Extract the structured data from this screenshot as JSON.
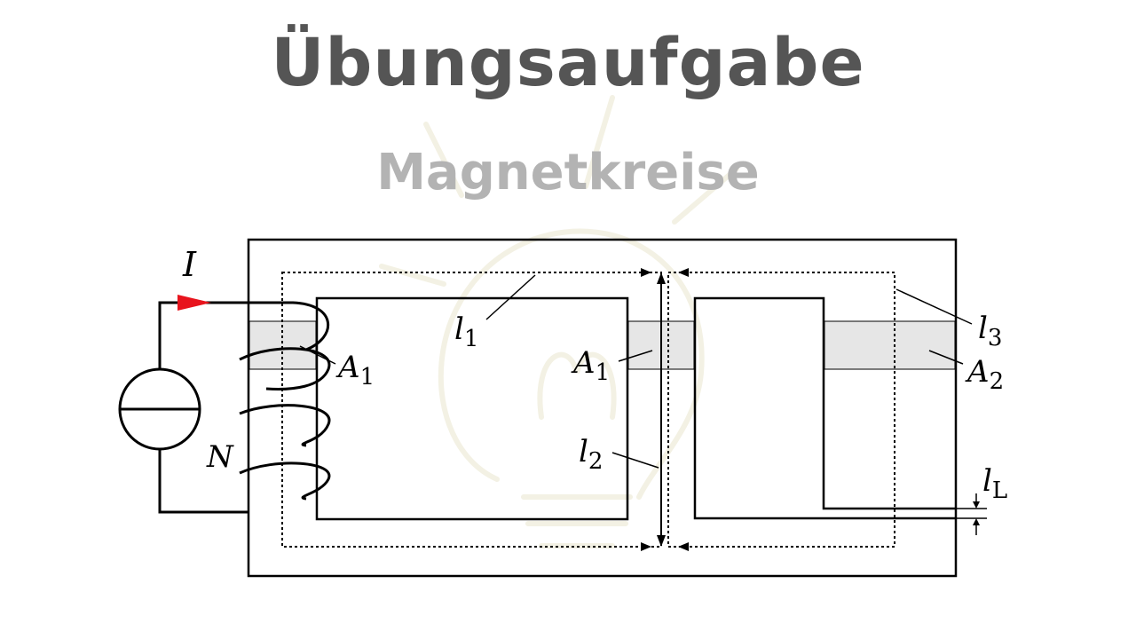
{
  "title": "Übungsaufgabe",
  "subtitle": "Magnetkreise",
  "colors": {
    "title": "#555555",
    "subtitle": "#b3b3b3",
    "current_arrow": "#e8141d",
    "shaded_section": "#e6e6e6",
    "line": "#000000",
    "watermark": "#f3f1e4"
  },
  "icons": {
    "source": "current-source-icon",
    "watermark": "lightbulb-watermark-icon"
  },
  "labels": {
    "current": "I",
    "turns": "N",
    "l1": {
      "main": "l",
      "sub": "1"
    },
    "l2": {
      "main": "l",
      "sub": "2"
    },
    "l3": {
      "main": "l",
      "sub": "3"
    },
    "lL": {
      "main": "l",
      "sub": "L"
    },
    "A1_left": {
      "main": "A",
      "sub": "1"
    },
    "A1_mid": {
      "main": "A",
      "sub": "1"
    },
    "A2": {
      "main": "A",
      "sub": "2"
    }
  }
}
